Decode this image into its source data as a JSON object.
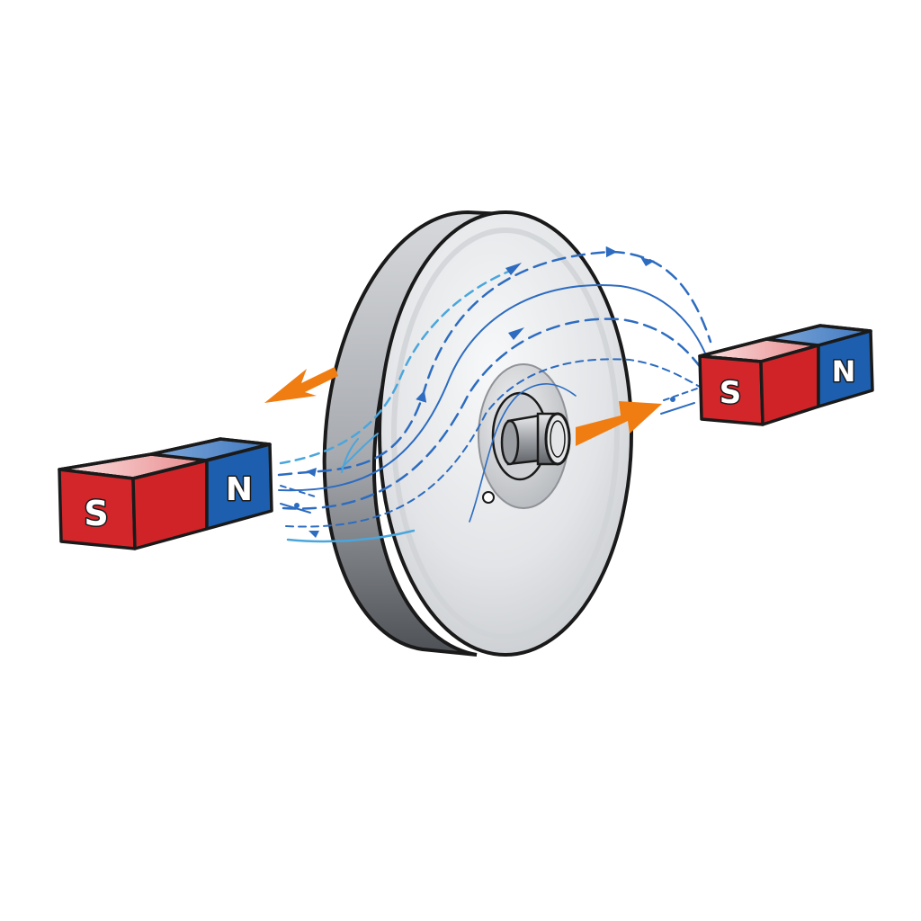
{
  "diagram": {
    "subject": "metal disc between two bar magnets with magnetic field lines",
    "colors": {
      "south_pole": "#d2262b",
      "north_pole": "#1d5fae",
      "force_arrow": "#f07d12",
      "field_line": "#2d6cc0",
      "field_line_light": "#4aa6dc",
      "disc_face": "#e3e5e8",
      "disc_rim": "#8c8f94",
      "outline": "#1a1a1a"
    },
    "left_magnet": {
      "south_label": "S",
      "north_label": "N"
    },
    "right_magnet": {
      "south_label": "S",
      "north_label": "N"
    },
    "arrows": [
      {
        "name": "left-force-arrow",
        "direction": "left"
      },
      {
        "name": "right-force-arrow",
        "direction": "right"
      }
    ]
  }
}
